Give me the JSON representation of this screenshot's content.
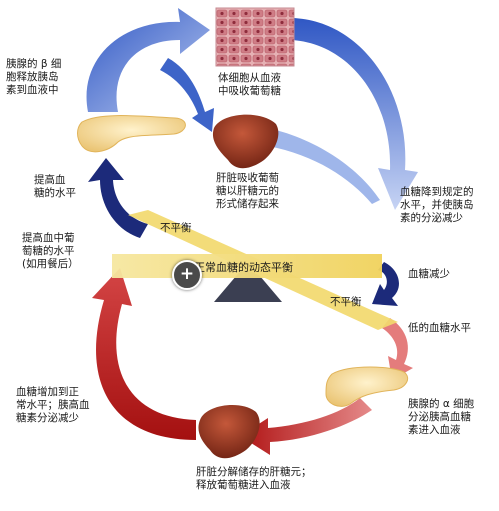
{
  "labels": {
    "pancreas_release": "胰腺的 β 细\n胞释放胰岛\n素到血液中",
    "body_cells": "体细胞从血液\n中吸收葡萄糖",
    "liver_store": "肝脏吸收葡萄\n糖以肝糖元的\n形式储存起来",
    "raise_blood_sugar": "提高血\n糖的水平",
    "drop_normal": "血糖降到规定的\n水平，并使胰岛\n素的分泌减少",
    "high_blood_sugar": "提高血中葡\n萄糖的水平\n(如用餐后）",
    "imbalance_top": "不平衡",
    "balance_center": "正常血糖的动态平衡",
    "imbalance_bottom": "不平衡",
    "blood_sugar_down": "血糖减少",
    "low_blood_sugar": "低的血糖水平",
    "alpha_cells": "胰腺的 α 细胞\n分泌胰高血糖\n素进入血液",
    "rise_normal": "血糖增加到正\n常水平；胰高血\n糖素分泌减少",
    "liver_release": "肝脏分解储存的肝糖元；\n释放葡萄糖进入血液"
  },
  "zoom_icon": "+",
  "colors": {
    "blue_arrow": "#3d64c8",
    "red_arrow": "#c21f1f",
    "navy_arrow": "#1c2a7a",
    "beam": "#f2d96e",
    "organ_liver": "#9a3a22",
    "pancreas": "#f3d79a",
    "cells": "#d99aa0"
  }
}
